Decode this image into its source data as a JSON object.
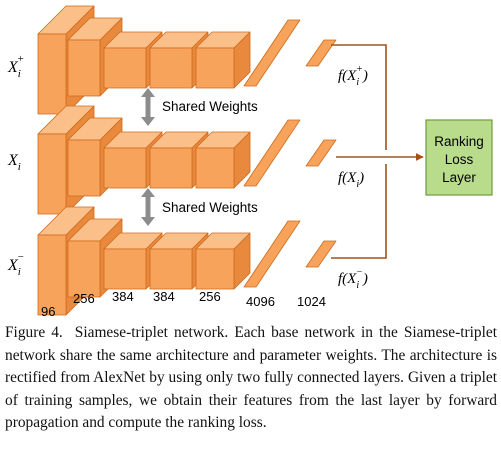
{
  "figure": {
    "rows": [
      {
        "input_label_base": "X",
        "input_label_sub": "i",
        "input_label_sup": "+",
        "output_label": "f(X",
        "output_label_sub": "i",
        "output_label_sup": "+",
        "output_label_close": ")"
      },
      {
        "input_label_base": "X",
        "input_label_sub": "i",
        "input_label_sup": "",
        "output_label": "f(X",
        "output_label_sub": "i",
        "output_label_sup": "",
        "output_label_close": ")"
      },
      {
        "input_label_base": "X",
        "input_label_sub": "i",
        "input_label_sup": "−",
        "output_label": "f(X",
        "output_label_sub": "i",
        "output_label_sup": "−",
        "output_label_close": ")"
      }
    ],
    "shared_weights_label": "Shared Weights",
    "ranking_box": {
      "line1": "Ranking",
      "line2": "Loss",
      "line3": "Layer"
    },
    "dimensions": [
      "96",
      "256",
      "384",
      "384",
      "256",
      "4096",
      "1024"
    ],
    "colors": {
      "block_front": "#f7a35c",
      "block_top": "#fbc08a",
      "block_side": "#e8893d",
      "block_stroke": "#d06a1a",
      "ranking_fill": "#b8dc8c",
      "ranking_stroke": "#6f9c3c",
      "arrow": "#a55217",
      "shared_arrow": "#8c8c8c"
    }
  },
  "caption": {
    "label": "Figure 4.",
    "text": "Siamese-triplet network. Each base network in the Siamese-triplet network share the same architecture and parameter weights. The architecture is rectified from AlexNet by using only two fully connected layers. Given a triplet of training samples, we obtain their features from the last layer by forward propagation and compute the ranking loss."
  }
}
